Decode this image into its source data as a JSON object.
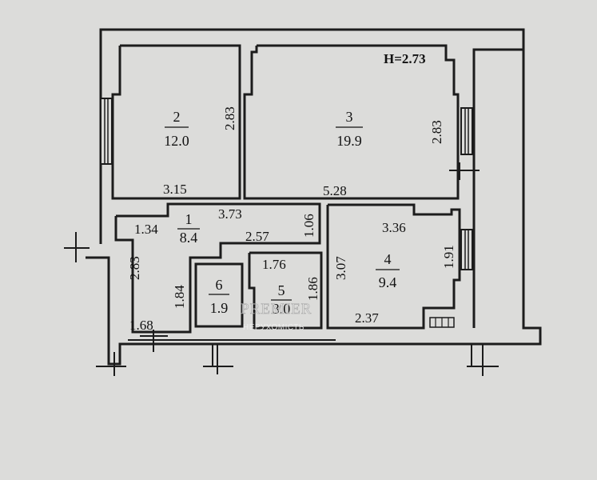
{
  "ceiling_height": "H=2.73",
  "rooms": [
    {
      "number": "1",
      "area": "8.4"
    },
    {
      "number": "2",
      "area": "12.0"
    },
    {
      "number": "3",
      "area": "19.9"
    },
    {
      "number": "4",
      "area": "9.4"
    },
    {
      "number": "5",
      "area": "3.0"
    },
    {
      "number": "6",
      "area": "1.9"
    }
  ],
  "dimensions": [
    "2.83",
    "3.15",
    "2.83",
    "5.28",
    "3.73",
    "1.06",
    "1.34",
    "2.57",
    "3.36",
    "1.91",
    "1.76",
    "1.86",
    "3.07",
    "2.83",
    "1.84",
    "2.37",
    "1.68"
  ],
  "watermark": {
    "brand": "PREMIER",
    "subtitle": "НЕРУХОМІСТЬ"
  }
}
